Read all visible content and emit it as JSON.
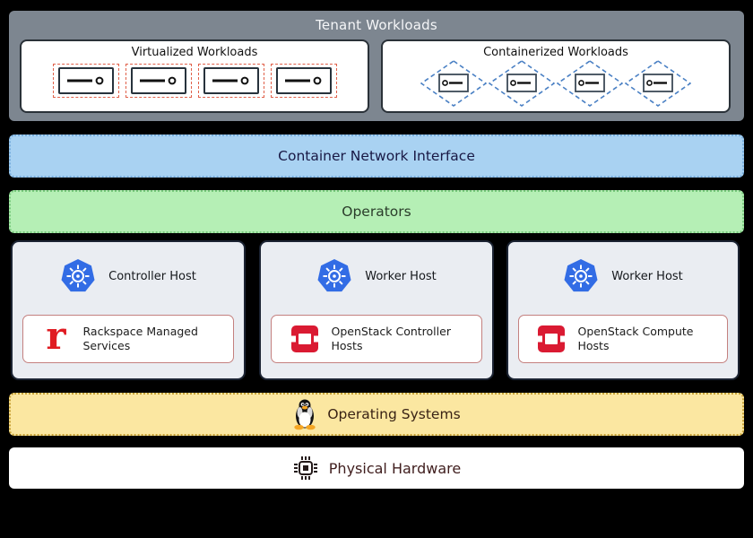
{
  "tenant": {
    "title": "Tenant Workloads",
    "virtualized": {
      "title": "Virtualized Workloads",
      "vm_count": 4
    },
    "containerized": {
      "title": "Containerized Workloads",
      "container_count": 4
    }
  },
  "layers": {
    "cni": {
      "label": "Container Network Interface"
    },
    "operators": {
      "label": "Operators"
    },
    "os": {
      "label": "Operating Systems"
    },
    "hardware": {
      "label": "Physical Hardware"
    }
  },
  "hosts": [
    {
      "role": "Controller Host",
      "service": "Rackspace Managed Services",
      "logo": "rackspace-logo"
    },
    {
      "role": "Worker Host",
      "service": "OpenStack Controller Hosts",
      "logo": "openstack-logo"
    },
    {
      "role": "Worker Host",
      "service": "OpenStack Compute Hosts",
      "logo": "openstack-logo"
    }
  ],
  "icons": {
    "kubernetes": "kubernetes-helm-icon",
    "rackspace": "rackspace-r-icon",
    "openstack": "openstack-square-icon",
    "tux": "linux-tux-icon",
    "chip": "cpu-chip-icon",
    "vm": "virtual-machine-server-icon",
    "container": "container-diamond-icon"
  },
  "colors": {
    "background": "#000000",
    "tenant_bg": "#7d8690",
    "cni_bg": "#a9d2f2",
    "cni_border": "#78aede",
    "cni_text": "#191945",
    "operators_bg": "#b5efb5",
    "operators_border": "#77c97c",
    "operators_text": "#2b3d2b",
    "host_bg": "#eaedf2",
    "host_border": "#1c2433",
    "service_border": "#c4807f",
    "os_bg": "#fbe7a1",
    "os_border": "#c7a135",
    "os_text": "#392315",
    "hardware_bg": "#ffffff",
    "hardware_text": "#3f1d1d",
    "kubernetes_blue": "#326ce5",
    "openstack_red": "#da1a32",
    "rackspace_red": "#e01b22",
    "vm_dash": "#e0604a",
    "container_dash": "#4a80c4"
  }
}
